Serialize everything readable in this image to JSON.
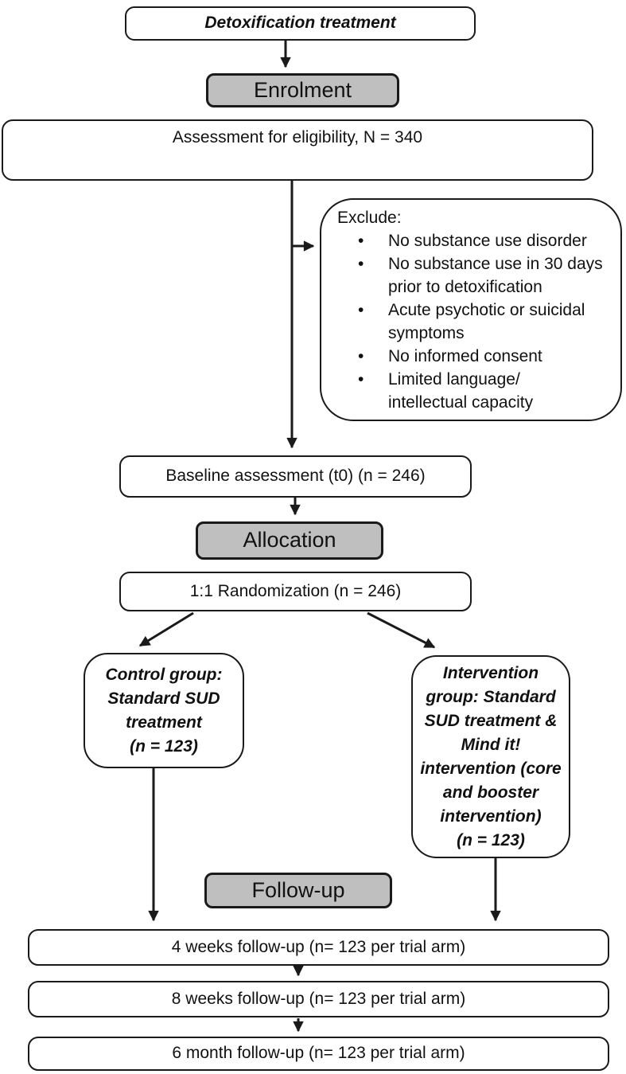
{
  "figure": {
    "top_box": "Detoxification treatment",
    "stages": {
      "enrolment": "Enrolment",
      "allocation": "Allocation",
      "follow_up": "Follow-up"
    },
    "assessment": "Assessment for eligibility, N = 340",
    "exclude": {
      "title": "Exclude:",
      "items": [
        "No substance use disorder",
        "No substance use in 30 days\nprior to detoxification",
        "Acute psychotic or suicidal\nsymptoms",
        "No informed consent",
        "Limited language/\nintellectual capacity"
      ]
    },
    "baseline": "Baseline assessment (t0) (n = 246)",
    "randomization": "1:1 Randomization (n = 246)",
    "control_group": "Control group:\nStandard SUD\ntreatment\n(n = 123)",
    "intervention_group": "Intervention\ngroup: Standard\nSUD treatment &\nMind it!\nintervention (core\nand booster\nintervention)\n(n = 123)",
    "followups": {
      "w4": "4 weeks follow-up (n= 123 per trial arm)",
      "w8": "8 weeks follow-up (n= 123 per trial arm)",
      "m6": "6 month follow-up (n= 123 per trial arm)"
    },
    "colors": {
      "stage_fill": "#bfbfbf",
      "line": "#1a1a1a",
      "box_fill": "#ffffff"
    }
  }
}
